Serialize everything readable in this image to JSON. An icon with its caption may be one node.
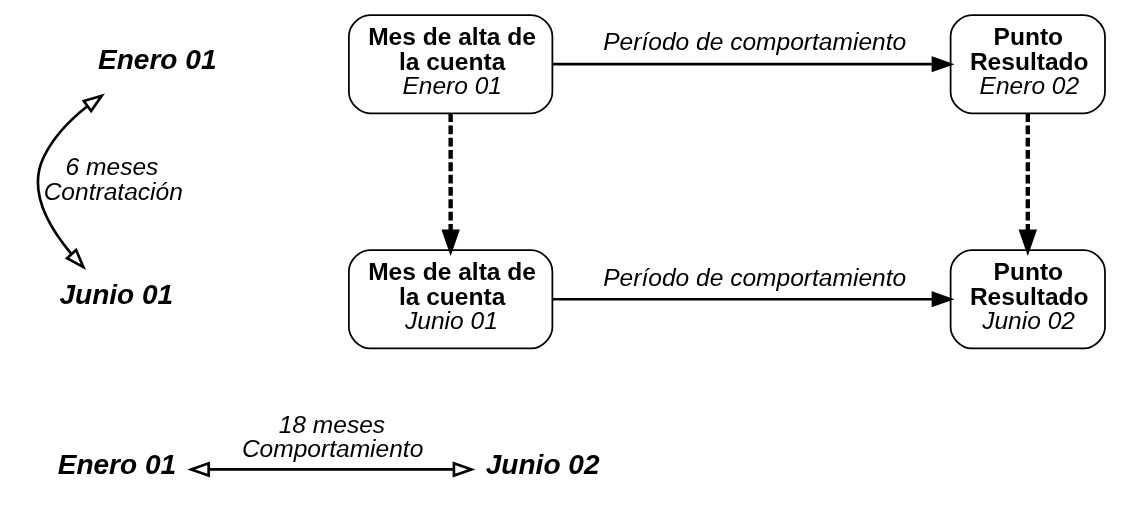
{
  "diagram": {
    "nodes": [
      {
        "text": [
          "Enero 01"
        ]
      },
      {
        "text": [
          "Mes de alta de la cuenta",
          "Enero 01"
        ]
      },
      {
        "text": [
          "Punto Resultado",
          "Enero 02"
        ]
      },
      {
        "text": [
          "Mes de alta de la cuenta",
          "Junio 01"
        ]
      },
      {
        "text": [
          "Punto Resultado",
          "Junio 02"
        ]
      },
      {
        "text": [
          "Junio 01"
        ]
      },
      {
        "text": [
          "Enero 01"
        ]
      },
      {
        "text": [
          "Junio 02"
        ]
      }
    ],
    "edges": [
      {
        "from": 1,
        "to": 2,
        "arrow": "to",
        "label": "Período de comportamiento"
      },
      {
        "from": 0,
        "to": 5,
        "arrow": "both",
        "label": "6 meses Contratación"
      },
      {
        "from": 1,
        "to": 3,
        "arrow": "to",
        "style": "dashed"
      },
      {
        "from": 2,
        "to": 4,
        "arrow": "to",
        "style": "dashed"
      },
      {
        "from": 3,
        "to": 4,
        "arrow": "to",
        "label": "Período de comportamiento"
      },
      {
        "from": 6,
        "to": 7,
        "arrow": "both",
        "label": "18 meses Comportamiento"
      }
    ]
  }
}
